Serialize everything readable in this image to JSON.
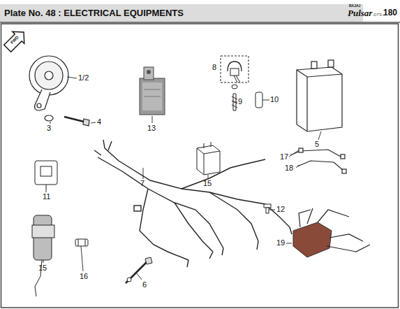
{
  "diagram": {
    "title": "Plate No.  48 : ELECTRICAL EQUIPMENTS",
    "labels": [
      "BAJAJ",
      "Pulsar",
      "DTS-i",
      "180",
      "FWD",
      "1/2",
      "3",
      "4",
      "13",
      "8",
      "9",
      "10",
      "5",
      "11",
      "15",
      "7",
      "17",
      "18",
      "12",
      "15",
      "16",
      "19",
      "6"
    ]
  }
}
